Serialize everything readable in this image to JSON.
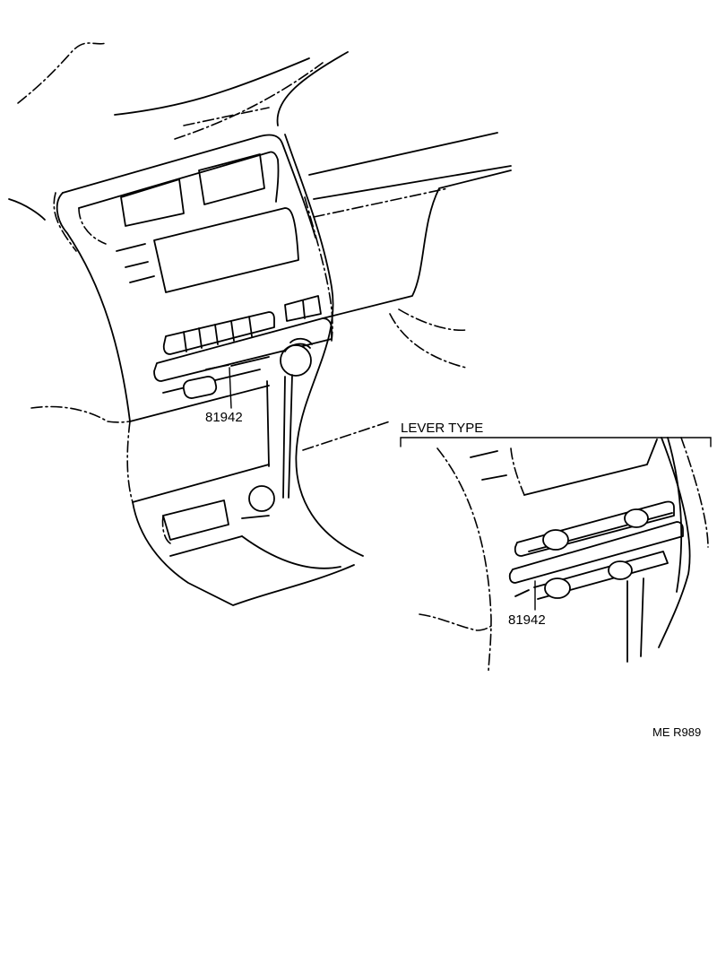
{
  "callouts": {
    "main_part_number": "81942",
    "inset_part_number": "81942"
  },
  "inset": {
    "title": "LEVER TYPE"
  },
  "footer": {
    "code": "ME R989"
  }
}
